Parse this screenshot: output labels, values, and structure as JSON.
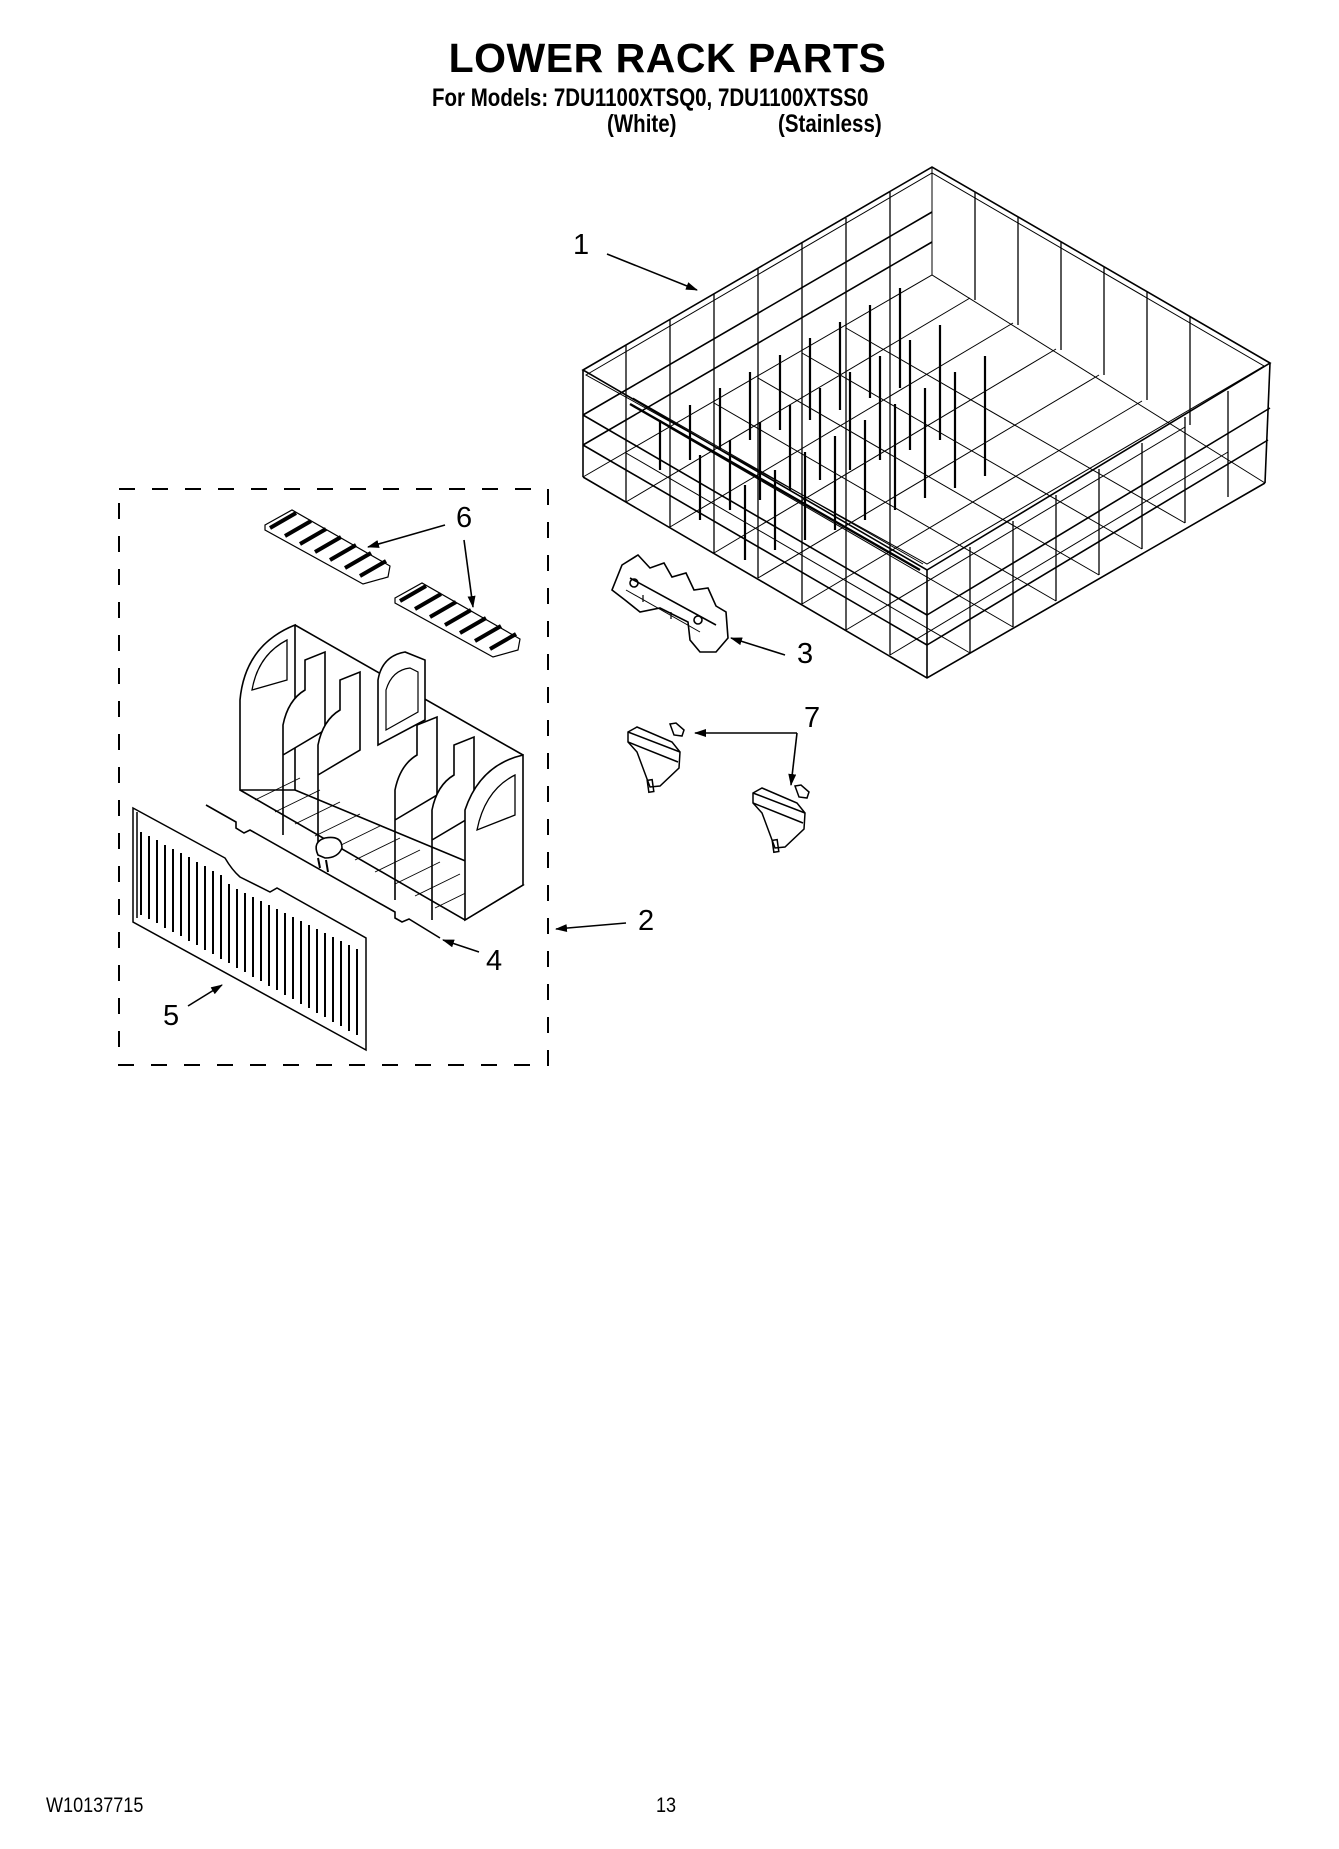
{
  "header": {
    "title": "LOWER RACK PARTS",
    "models_line": "For Models: 7DU1100XTSQ0, 7DU1100XTSS0",
    "variants": [
      {
        "model": "7DU1100XTSQ0",
        "label": "(White)"
      },
      {
        "model": "7DU1100XTSS0",
        "label": "(Stainless)"
      }
    ]
  },
  "diagram": {
    "callouts": [
      {
        "number": "1",
        "part": "lower-dishrack"
      },
      {
        "number": "2",
        "part": "silverware-basket-assembly"
      },
      {
        "number": "3",
        "part": "rack-wheel-clip"
      },
      {
        "number": "4",
        "part": "basket-handle-rod"
      },
      {
        "number": "5",
        "part": "basket-cover"
      },
      {
        "number": "6",
        "part": "basket-lid-strips"
      },
      {
        "number": "7",
        "part": "rack-roller-clips"
      }
    ]
  },
  "footer": {
    "document_number": "W10137715",
    "page_number": "13"
  },
  "colors": {
    "ink": "#000000",
    "paper": "#ffffff"
  }
}
